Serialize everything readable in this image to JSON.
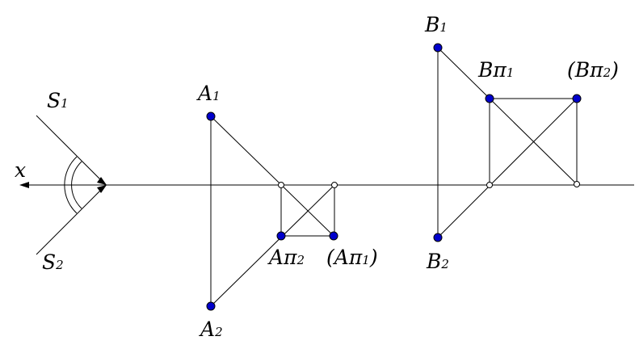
{
  "colors": {
    "line": "#000000",
    "point_fill": "#0000cc",
    "hollow_point_fill": "#ffffff",
    "background": "#ffffff"
  },
  "labels": {
    "x_axis": "x",
    "s1": {
      "main": "S",
      "sub": "1"
    },
    "s2": {
      "main": "S",
      "sub": "2"
    },
    "a1": {
      "main": "A",
      "sub": "1"
    },
    "a2": {
      "main": "A",
      "sub": "2"
    },
    "a_pi2": {
      "main": "Aπ",
      "sub": "2"
    },
    "a_pi1": {
      "open": "(",
      "main": "Aπ",
      "sub": "1",
      "close": ")"
    },
    "b1": {
      "main": "B",
      "sub": "1"
    },
    "b2": {
      "main": "B",
      "sub": "2"
    },
    "b_pi1": {
      "main": "Bπ",
      "sub": "1"
    },
    "b_pi2": {
      "open": "(",
      "main": "Bπ",
      "sub": "2",
      "close": ")"
    }
  }
}
